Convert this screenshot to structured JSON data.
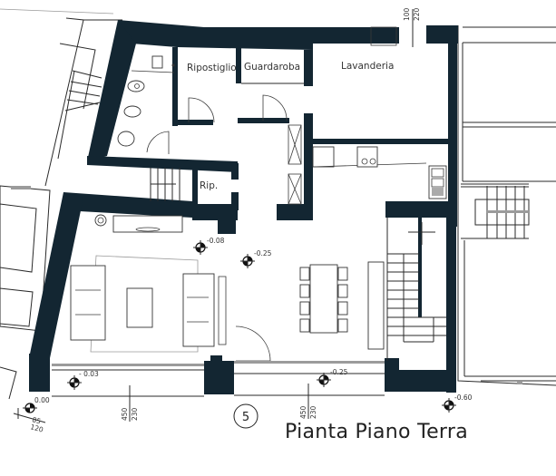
{
  "drawing": {
    "title": "Pianta Piano Terra",
    "unit_number": "5"
  },
  "rooms": {
    "ripostiglio": "Ripostiglio",
    "guardaroba": "Guardaroba",
    "lavanderia": "Lavanderia",
    "rip": "Rip."
  },
  "elevations": {
    "living": "-0.08",
    "dining": "-0.25",
    "front_left": "- 0.03",
    "front_mid": "-0.25",
    "front_right": "-0.60",
    "entry": "0.00"
  },
  "dimensions": {
    "top_window_a": "100",
    "top_window_b": "220",
    "window_left_a": "450",
    "window_left_b": "230",
    "window_mid_a": "450",
    "window_mid_b": "230",
    "entry_a": "85",
    "entry_b": "120"
  },
  "colors": {
    "wall": "#132632",
    "line": "#2a2a2a",
    "background": "#ffffff"
  }
}
